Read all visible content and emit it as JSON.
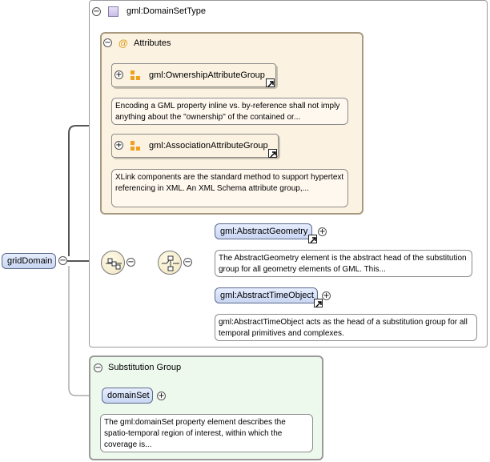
{
  "root_element": {
    "label": "gridDomain"
  },
  "type_box": {
    "title": "gml:DomainSetType"
  },
  "attributes": {
    "title": "Attributes",
    "groups": [
      {
        "label": "gml:OwnershipAttributeGroup",
        "doc": "Encoding a GML property inline vs. by-reference shall not imply anything about the \"ownership\" of the contained or..."
      },
      {
        "label": "gml:AssociationAttributeGroup",
        "doc": "XLink components are the standard method to support hypertext referencing in XML. An XML Schema attribute group,..."
      }
    ]
  },
  "choice_elements": [
    {
      "label": "gml:AbstractGeometry",
      "doc": "The AbstractGeometry element is the abstract head of the substitution group for all geometry elements of GML. This..."
    },
    {
      "label": "gml:AbstractTimeObject",
      "doc": "gml:AbstractTimeObject acts as the head of a substitution group for all temporal primitives and complexes."
    }
  ],
  "substitution_group": {
    "title": "Substitution Group",
    "element": {
      "label": "domainSet",
      "doc": "The gml:domainSet property element describes the spatio-temporal region of interest, within which the coverage is..."
    }
  },
  "glyphs": {
    "minus": "−",
    "plus": "+",
    "at": "@"
  }
}
